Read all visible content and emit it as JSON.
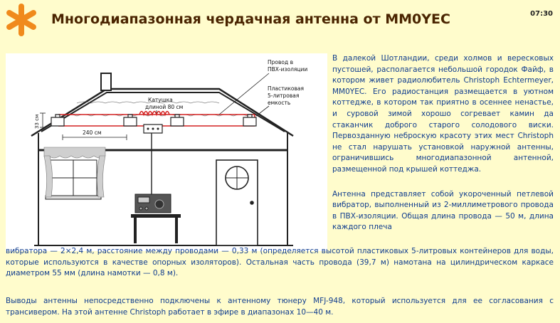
{
  "header": {
    "title": "Многодиапазонная чердачная антенна от MM0YEC",
    "time": "07:30"
  },
  "figure": {
    "label_wire": [
      "Провод в",
      "ПВХ-изоляции"
    ],
    "label_coil": [
      "Катушка",
      "длиной 80 см"
    ],
    "label_bottle": [
      "Пластиковая",
      "5-литровая",
      "емкость"
    ],
    "dim_height": "33 см",
    "dim_length": "240 см"
  },
  "article": {
    "p1": "В далекой Шотландии, среди холмов и вересковых пустошей, располагается небольшой городок Файф, в котором живет радиолюбитель Christoph Echtermeyer, MM0YEC. Его радиостанция размещается в уютном коттедже, в котором так приятно в осеннее ненастье, и суровой зимой хорошо согревает камин да стаканчик доброго старого солодового виски. Первозданную неброскую красоту этих мест Christoph не стал нарушать установкой наружной антенны, ограничившись многодиапазонной антенной, размещенной под крышей коттеджа.",
    "p2_start": "Антенна представляет собой укороченный петлевой вибратор, выполненный из 2-миллиметрового провода в ПВХ-изоляции. Общая длина провода — 50 м, длина каждого плеча",
    "p2_cont": "вибратора — 2×2,4 м, расстояние между проводами — 0,33 м (определяется высотой пластиковых 5-литровых контейнеров для воды, которые используются в качестве опорных изоляторов). Остальная часть провода (39,7 м) намотана на цилиндрическом каркасе диаметром 55 мм (длина намотки — 0,8 м).",
    "p3": "Выводы антенны непосредственно подключены к антенному тюнеру MFJ-948, который используется для ее согласования с трансивером. На этой антенне Christoph работает в эфире в диапазонах 10—40 м."
  },
  "colors": {
    "background": "#fffccc",
    "title": "#4a2400",
    "text": "#0f3c8e",
    "logo": "#f08a1c",
    "wire": "#d42020"
  }
}
